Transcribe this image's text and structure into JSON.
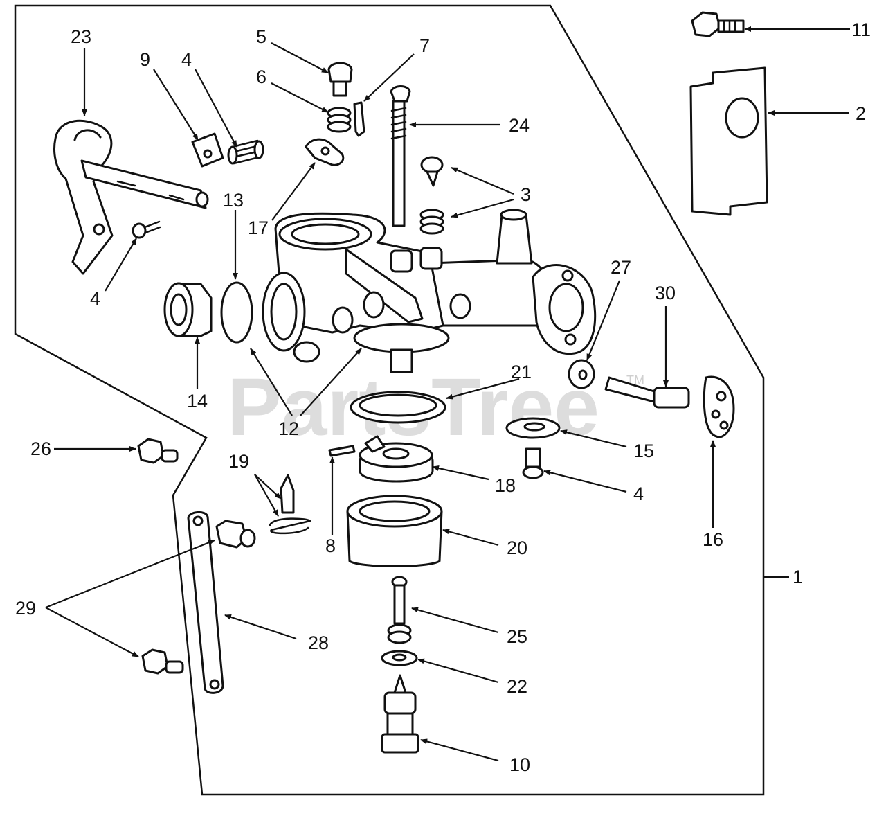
{
  "watermark": {
    "text": "PartsTree",
    "trademark": "TM"
  },
  "callouts": {
    "c1": "1",
    "c2": "2",
    "c3": "3",
    "c4a": "4",
    "c4b": "4",
    "c4c": "4",
    "c5": "5",
    "c6": "6",
    "c7": "7",
    "c8": "8",
    "c9": "9",
    "c10": "10",
    "c11": "11",
    "c12": "12",
    "c13": "13",
    "c14": "14",
    "c15": "15",
    "c16": "16",
    "c17": "17",
    "c18": "18",
    "c19": "19",
    "c20": "20",
    "c21": "21",
    "c22": "22",
    "c23": "23",
    "c24": "24",
    "c25": "25",
    "c26": "26",
    "c27": "27",
    "c28": "28",
    "c29": "29",
    "c30": "30"
  },
  "colors": {
    "ink": "#111111",
    "watermark": "#d2d2d2",
    "background": "#ffffff"
  }
}
